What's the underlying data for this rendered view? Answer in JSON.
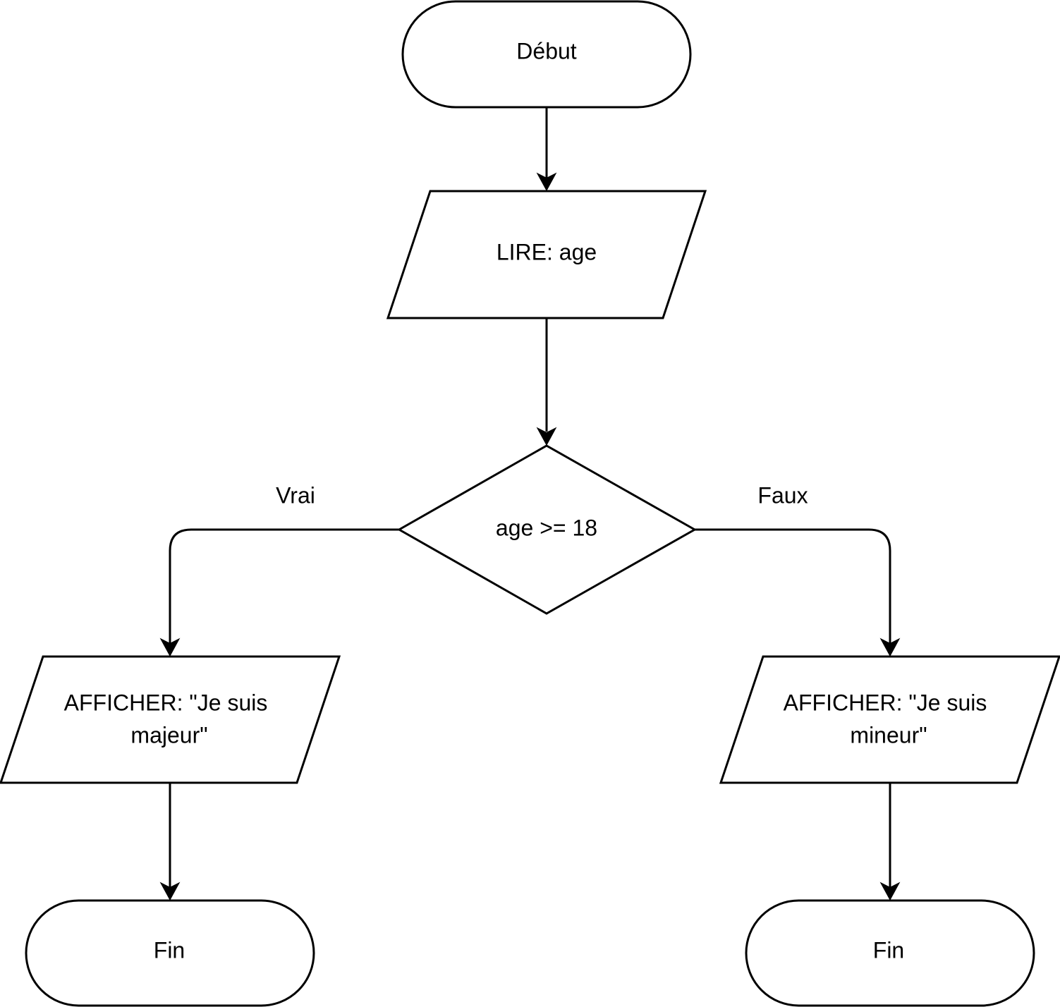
{
  "nodes": {
    "start": {
      "type": "terminator",
      "label": "Début"
    },
    "read_age": {
      "type": "input",
      "label": "LIRE: age"
    },
    "decision": {
      "type": "decision",
      "label": "age >= 18"
    },
    "display_major": {
      "type": "output",
      "label_line1": "AFFICHER: \"Je suis",
      "label_line2": "majeur\""
    },
    "display_minor": {
      "type": "output",
      "label_line1": "AFFICHER: \"Je suis",
      "label_line2": "mineur\""
    },
    "end_left": {
      "type": "terminator",
      "label": "Fin"
    },
    "end_right": {
      "type": "terminator",
      "label": "Fin"
    }
  },
  "edges": {
    "true_label": "Vrai",
    "false_label": "Faux"
  },
  "colors": {
    "stroke": "#000000",
    "fill": "#ffffff",
    "text": "#000000"
  }
}
